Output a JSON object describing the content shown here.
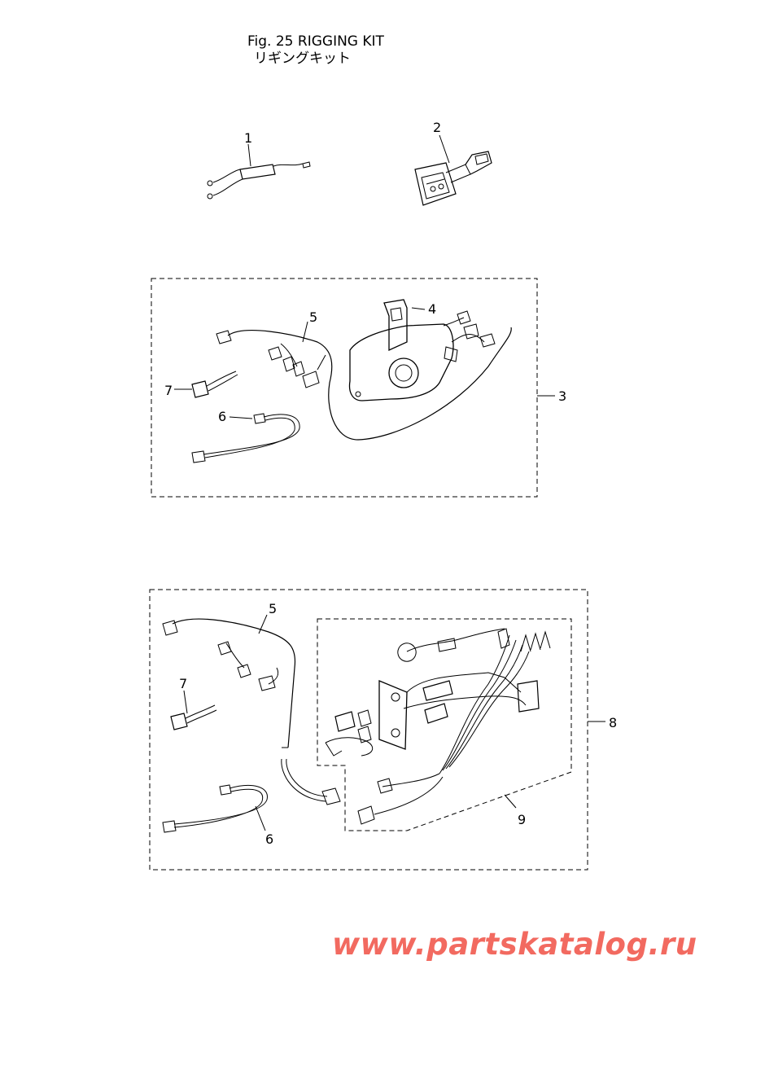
{
  "header": {
    "title": "Fig. 25  RIGGING KIT",
    "title_jp": "リギングキット"
  },
  "callouts": {
    "c1": "1",
    "c2": "2",
    "c3": "3",
    "c4": "4",
    "c5_top": "5",
    "c6_top": "6",
    "c7_top": "7",
    "c5_bottom": "5",
    "c6_bottom": "6",
    "c7_bottom": "7",
    "c8": "8",
    "c9": "9"
  },
  "watermark": "www.partskatalog.ru"
}
